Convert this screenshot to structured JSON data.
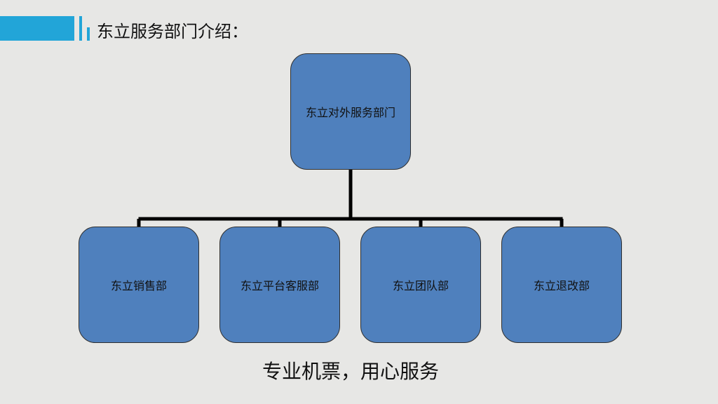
{
  "slide": {
    "title": "东立服务部门介绍：",
    "slogan": "专业机票，用心服务",
    "accent_color": "#22a5d8",
    "box_color": "#4f80bd",
    "background_color": "#e7e7e5"
  },
  "org_chart": {
    "root": {
      "label": "东立对外服务部门"
    },
    "children": [
      {
        "label": "东立销售部"
      },
      {
        "label": "东立平台客服部"
      },
      {
        "label": "东立团队部"
      },
      {
        "label": "东立退改部"
      }
    ]
  }
}
